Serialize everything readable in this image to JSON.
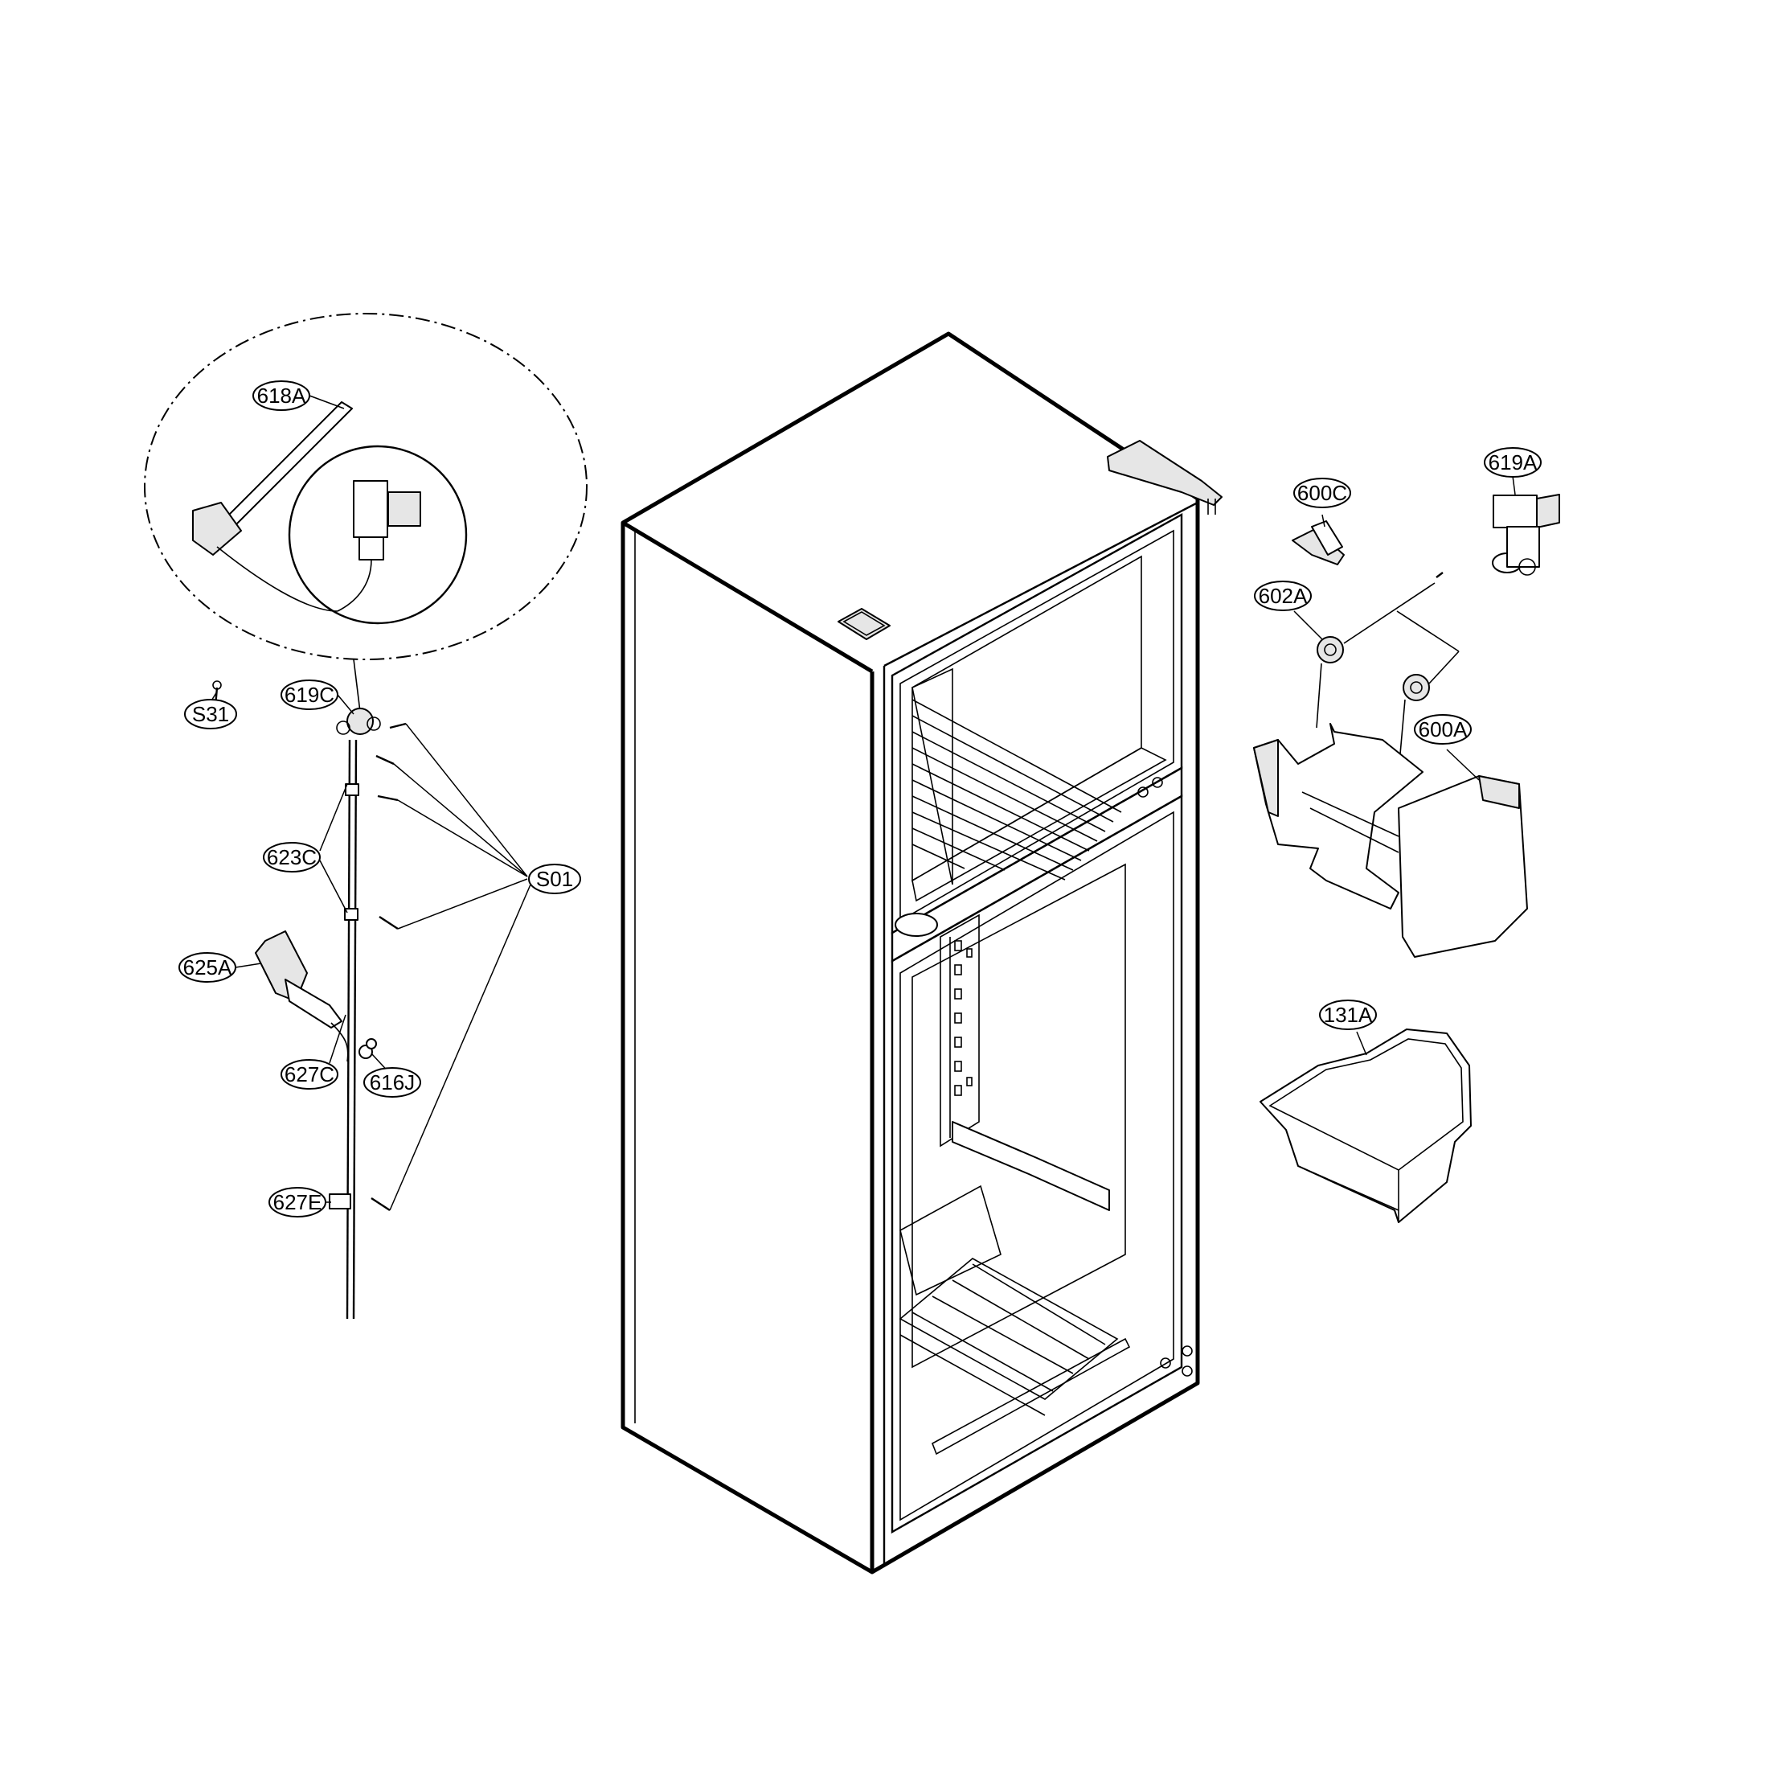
{
  "diagram": {
    "part_labels": {
      "p618A": "618A",
      "p619C": "619C",
      "pS31": "S31",
      "p623C": "623C",
      "pS01": "S01",
      "p625A": "625A",
      "p627C": "627C",
      "p616J": "616J",
      "p627E": "627E",
      "p600C": "600C",
      "p619A": "619A",
      "p602A": "602A",
      "p600A": "600A",
      "p131A": "131A"
    }
  }
}
